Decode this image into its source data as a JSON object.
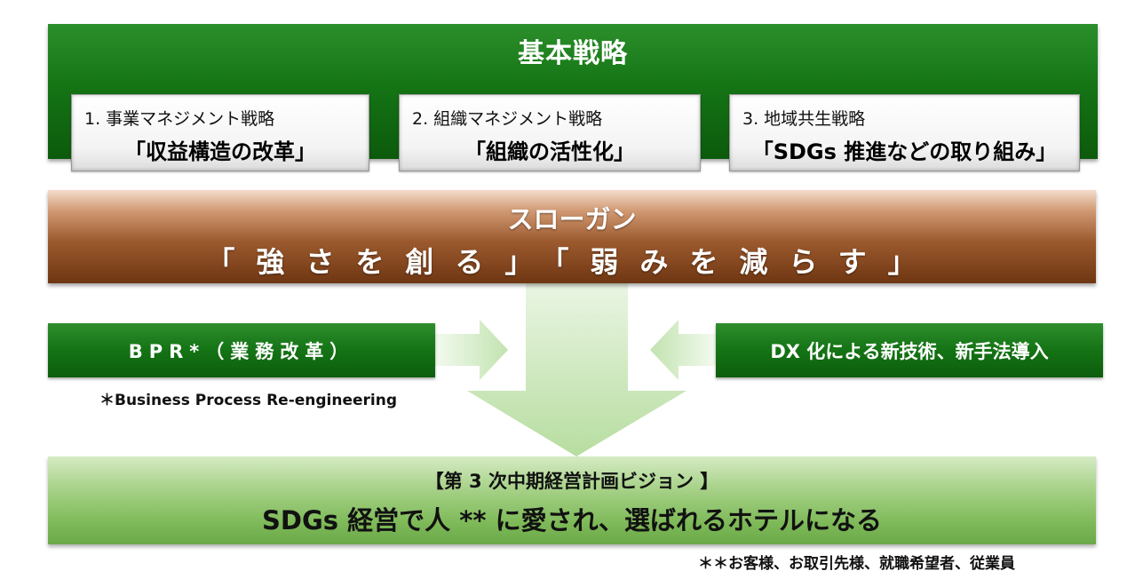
{
  "strategy": {
    "title": "基本戦略",
    "cards": [
      {
        "num": "1. 事業マネジメント戦略",
        "main": "「収益構造の改革」"
      },
      {
        "num": "2. 組織マネジメント戦略",
        "main": "「組織の活性化」"
      },
      {
        "num": "3. 地域共生戦略",
        "main": "「SDGs 推進などの取り組み」"
      }
    ]
  },
  "slogan": {
    "title": "スローガン",
    "text": "「強さを創る」「弱みを減らす」"
  },
  "left_box": {
    "label": "BPR*（業務改革）",
    "footnote": "＊Business Process Re-engineering"
  },
  "right_box": {
    "label": "DX 化による新技術、新手法導入"
  },
  "vision": {
    "heading": "【第 3 次中期経営計画ビジョン 】",
    "text": "SDGs 経営で人 ** に愛され、選ばれるホテルになる",
    "footnote": "＊＊お客様、お取引先様、就職希望者、従業員"
  },
  "colors": {
    "strategy_green": "#157515",
    "slogan_brown": "#9c5a2e",
    "vision_light_green": "#a9d38b",
    "arrow_green": "#c2e3b0"
  }
}
